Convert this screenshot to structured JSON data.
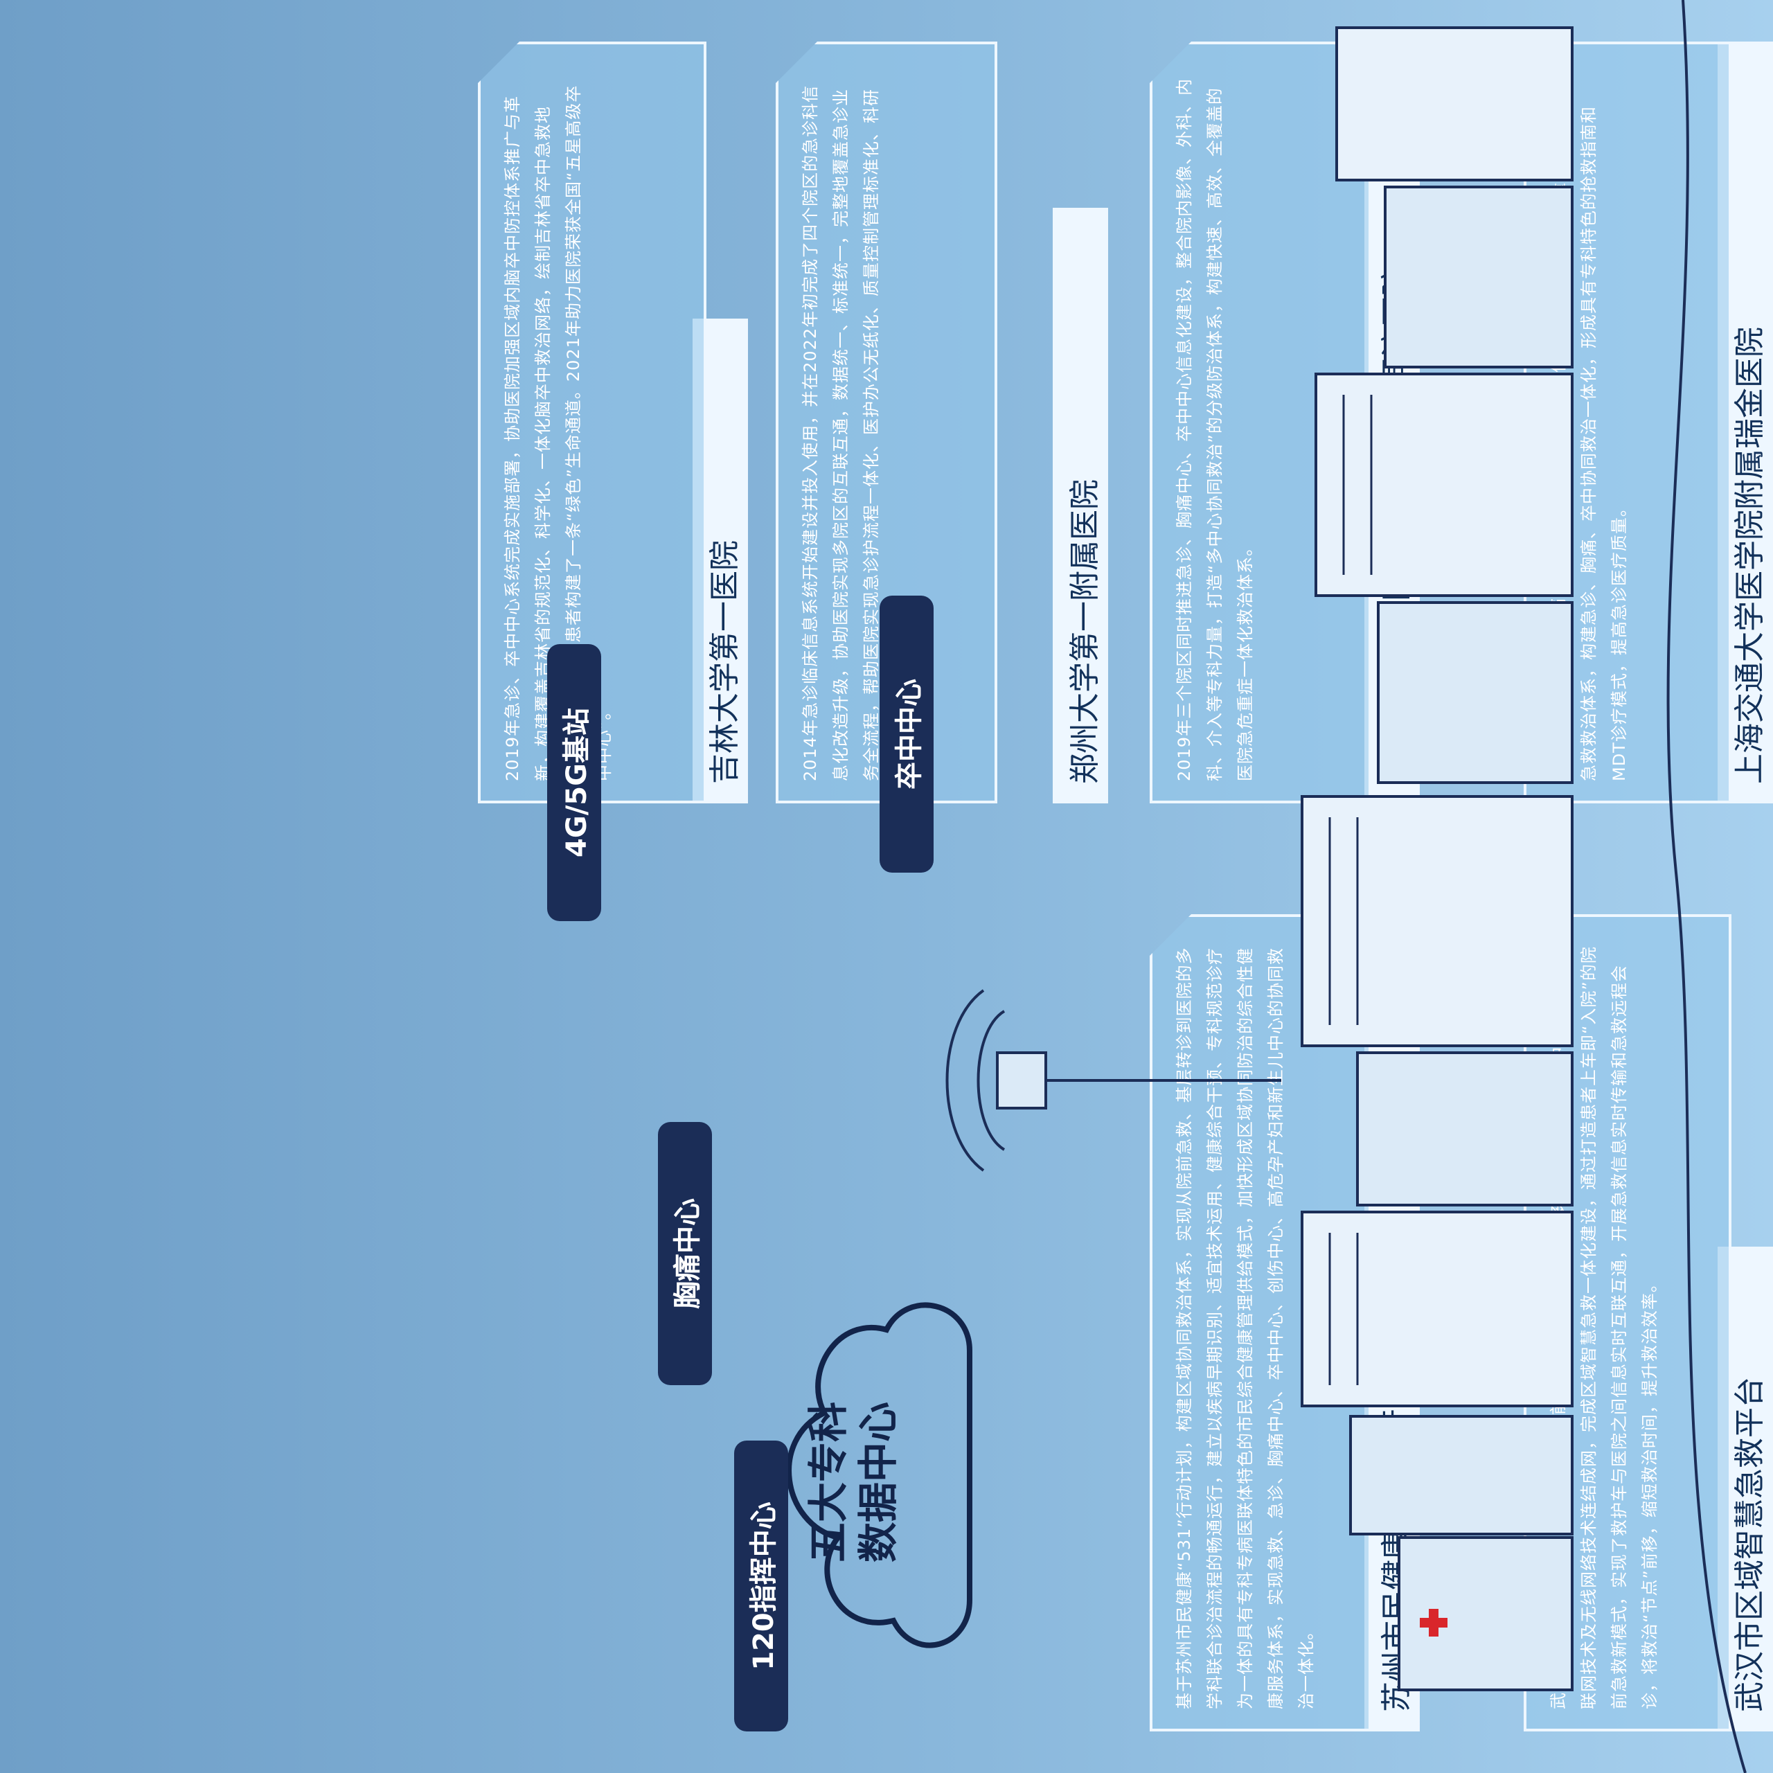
{
  "cards": [
    {
      "title": "武汉市区域智慧急救平台",
      "text": "武汉市急救中心布局高效化、智能化院前急救网络，以武汉市60多家优质综合医院为中心，利用物联网技术及无线网络技术连结成网，完成区域智慧急救一体化建设，通过打造患者上车即“入院”的院前急救新模式，实现了救护车与医院之间信息实时互联互通，开展急救信息实时传输和急救远程会诊，将救治“节点”前移，缩短救治时间，提升救治效率。"
    },
    {
      "title": "上海交通大学医学院附属瑞金医院",
      "text": "2017年完成急诊、胸痛中心、卒中中心、航空急救的信息化建设，打造大体量单体医院航空急救救治体系，构建急诊、胸痛、卒中协同救治一体化，形成具有专科特色的抢救指南和MDT诊疗模式，提高急诊医疗质量。"
    },
    {
      "title": "苏州市民健康“531”行动计划",
      "text": "基于苏州市民健康“531”行动计划，构建区域协同救治体系，实现从院前急救、基层转诊到医院的多学科联合诊治流程的畅通运行，建立以疾病早期识别、适宜技术运用、健康综合干预、专科规范诊疗为一体的具有专科专病医联体特色的市民综合健康管理供给模式，加快形成区域协同防治的综合性健康服务体系，实现急救、急诊、胸痛中心、卒中中心、创伤中心、高危孕产妇和新生儿中心的协同救治一体化。"
    },
    {
      "title": "华中科技大学同济医学院附属同济医院",
      "text": "2019年三个院区同时推进急诊、胸痛中心、卒中中心信息化建设，整合院内影像、外科、内科、介入等专科力量，打造“多中心协同救治”的分级防治体系，构建快速、高效、全覆盖的医院急危重症一体化救治体系。"
    },
    {
      "title": "郑州大学第一附属医院",
      "text": "2014年急诊临床信息系统开始建设并投入使用，并在2022年初完成了四个院区的急诊科信息化改造升级，协助医院实现多院区的互联互通，数据统一、标准统一，完整地覆盖急诊业务全流程，帮助医院实现急诊护流程一体化、医护办公无纸化、质量控制管理标准化、科研信息智能化。"
    },
    {
      "title": "吉林大学第一医院",
      "text": "2019年急诊、卒中中心系统完成实施部署，协助医院加强区域内脑卒中防控体系推广与革新，构建覆盖吉林省的规范化、科学化、一体化脑卒中救治网络，绘制吉林省卒中急救地图，为急性脑卒中患者构建了一条“绿色”生命通道。2021年助力医院荣获全国“五星高级卒中中心”。"
    }
  ],
  "cloud": {
    "line1": "五大专科",
    "line2": "数据中心"
  },
  "pills": {
    "tower": "4G/5G基站",
    "chest": "胸痛中心",
    "dispatch": "120指挥中心",
    "stroke": "卒中中心"
  },
  "colors": {
    "pill_bg": "#1b2d57",
    "card_border": "#eef7ff",
    "title_text": "#12315a"
  }
}
